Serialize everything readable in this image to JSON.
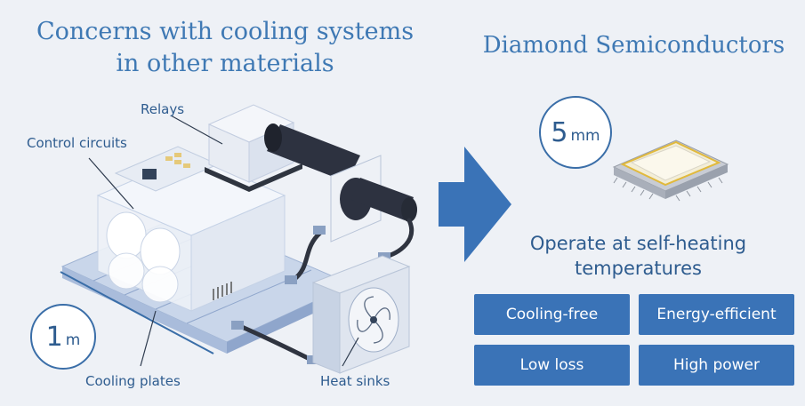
{
  "left": {
    "title_line1": "Concerns with cooling systems",
    "title_line2": "in other materials",
    "labels": {
      "relays": "Relays",
      "control_circuits": "Control circuits",
      "cooling_plates": "Cooling plates",
      "heat_sinks": "Heat sinks"
    },
    "size": {
      "value": "1",
      "unit": "m"
    }
  },
  "right": {
    "title": "Diamond Semiconductors",
    "size": {
      "value": "5",
      "unit": "mm"
    },
    "operate_line1": "Operate at self-heating",
    "operate_line2": "temperatures",
    "benefits": [
      "Cooling-free",
      "Energy-efficient",
      "Low loss",
      "High power"
    ]
  },
  "colors": {
    "accent": "#3a73b7",
    "text": "#2e5c8f",
    "background": "#eef1f6"
  }
}
